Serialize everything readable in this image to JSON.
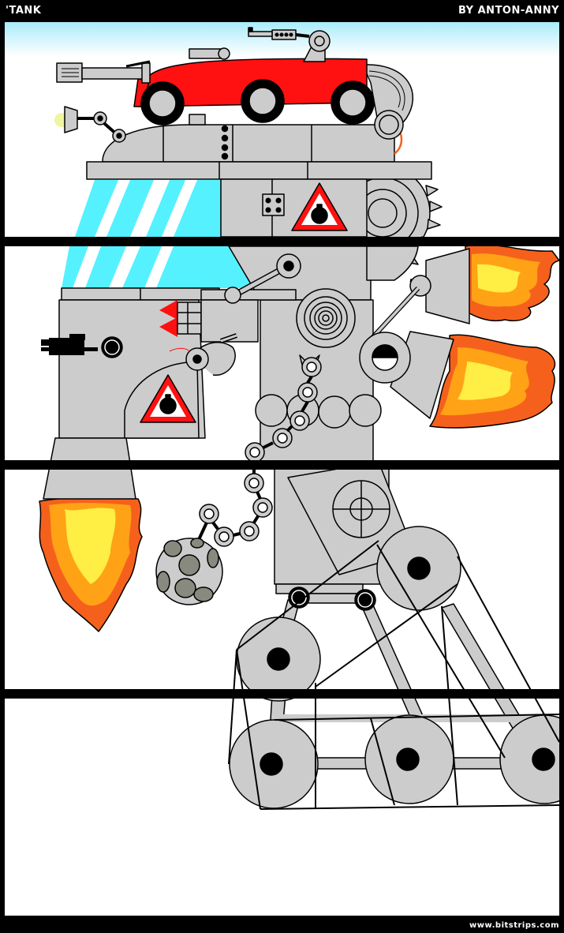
{
  "header": {
    "title": "'TANK",
    "byline": "BY ANTON-ANNY"
  },
  "footer": {
    "site": "www.bitstrips.com"
  },
  "colors": {
    "metal": "#cccccc",
    "car_red": "#ff1111",
    "beam_cyan": "#55f1ff",
    "flame_outer": "#f5611c",
    "flame_mid": "#ffa216",
    "flame_inner": "#ffee44",
    "sky_top": "#a9ecfb"
  },
  "panels": [
    {
      "id": "panel-1",
      "content": "tank top with red car and cyan beams"
    },
    {
      "id": "panel-2",
      "content": "torso with gun, rockets and chain"
    },
    {
      "id": "panel-3",
      "content": "wrecking ball and legs"
    },
    {
      "id": "panel-4",
      "content": "tracked wheel base"
    }
  ]
}
